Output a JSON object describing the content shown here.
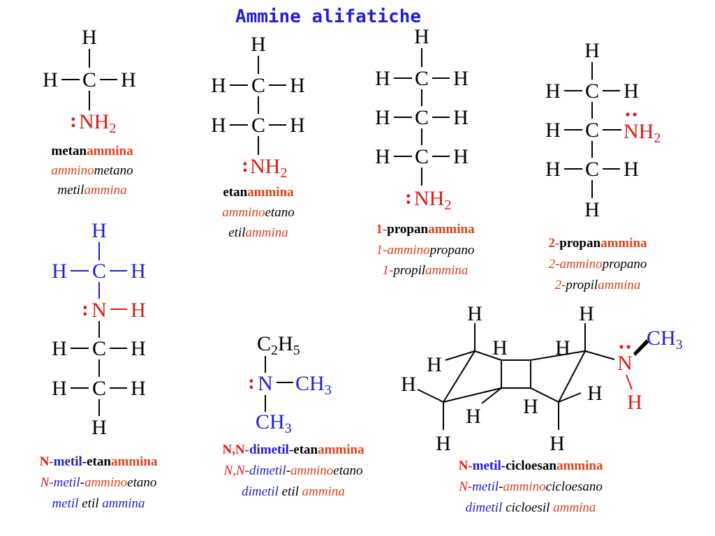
{
  "title": "Ammine alifatiche",
  "colors": {
    "black": "#000000",
    "red": "#e01818",
    "blue": "#1f1fd6",
    "orange": "#e0401a"
  },
  "atoms": {
    "H": "H",
    "C": "C",
    "N": "N",
    "NH": "NH",
    "sub2": "2",
    "sub3": "3",
    "sub5": "5",
    "CH": "CH",
    "C2H5_C": "C",
    "C2H5_H": "H"
  },
  "lone_pair": ":",
  "compounds": {
    "metanammina": {
      "line1": [
        "metan",
        "ammina"
      ],
      "line2": [
        "ammino",
        "metano"
      ],
      "line3": [
        "metil",
        "ammina"
      ]
    },
    "etanammina": {
      "line1": [
        "etan",
        "ammina"
      ],
      "line2": [
        "ammino",
        "etano"
      ],
      "line3": [
        "etil",
        "ammina"
      ]
    },
    "propanammina1": {
      "line1": [
        "1-",
        "propan",
        "ammina"
      ],
      "line2": [
        "1-",
        "ammino",
        "propano"
      ],
      "line3": [
        "1-",
        "propil",
        "ammina"
      ]
    },
    "propanammina2": {
      "line1": [
        "2-",
        "propan",
        "ammina"
      ],
      "line2": [
        "2-",
        "ammino",
        "propano"
      ],
      "line3": [
        "2-",
        "propil",
        "ammina"
      ]
    },
    "metiletanammina": {
      "line1": [
        "N-",
        "metil",
        "-etan",
        "ammina"
      ],
      "line2": [
        "N-",
        "metil",
        "-",
        "ammino",
        "etano"
      ],
      "line3": [
        "metil",
        " etil ",
        "ammina"
      ]
    },
    "dimetiletanammina": {
      "line1": [
        "N,N-",
        "dimetil",
        "-etan",
        "ammina"
      ],
      "line2": [
        "N,N-",
        "dimetil",
        "-",
        "ammino",
        "etano"
      ],
      "line3": [
        "dimetil",
        " etil ",
        "ammina"
      ]
    },
    "metilcicloesanammina": {
      "line1": [
        "N-",
        "metil",
        "-cicloesan",
        "ammina"
      ],
      "line2": [
        "N-",
        "metil",
        "-",
        "ammino",
        "cicloesano"
      ],
      "line3": [
        "dimetil",
        " cicloesil ",
        "ammina"
      ]
    }
  }
}
